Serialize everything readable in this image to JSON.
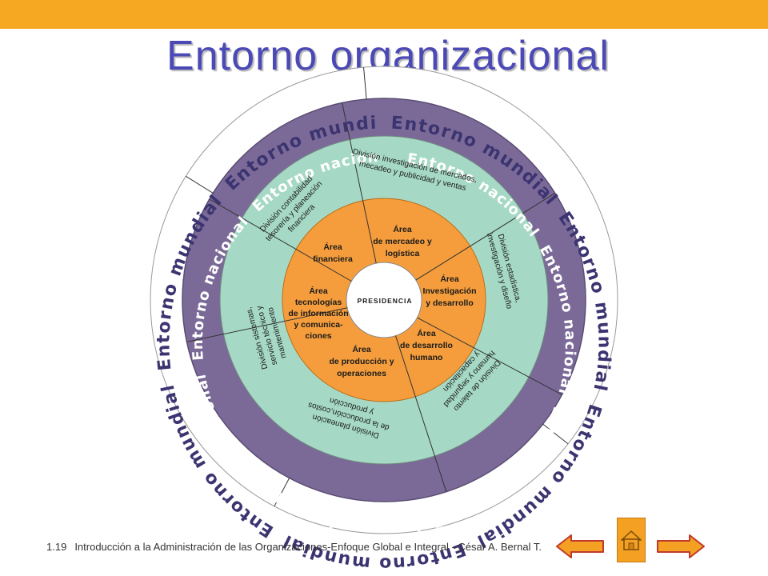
{
  "slide": {
    "title": "Entorno organizacional",
    "footer_number": "1.19",
    "footer_text": "Introducción a la Administración de las Organizaciones-Enfoque Global e Integral - César A. Bernal T."
  },
  "diagram": {
    "outer_labels": [
      "Entorno mundial",
      "Entorno mundial",
      "Entorno mundial",
      "Entorno mundial",
      "Entorno mundial",
      "Entorno mundial",
      "Entorno mundial"
    ],
    "ring_labels": [
      "Entorno nacional",
      "Entorno nacional",
      "Entorno nacional",
      "Entorno nacional",
      "Entorno nacional",
      "Entorno nacional",
      "Entorno nacional"
    ],
    "divisions": [
      {
        "lines": [
          "División investigación de mercados,",
          "mecadeo y publicidad y ventas"
        ]
      },
      {
        "lines": [
          "División estadística,",
          "investigación y diseño"
        ]
      },
      {
        "lines": [
          "División de talento",
          "humano y seguridad",
          "y capacitación"
        ]
      },
      {
        "lines": [
          "División planeación",
          "de la producción,costos",
          "y producción"
        ]
      },
      {
        "lines": [
          "División sistemas,",
          "servicio técnico y",
          "mantenimiento"
        ]
      },
      {
        "lines": [
          "División contabilidad",
          "tesorería y planeación",
          "financiera"
        ]
      }
    ],
    "areas": [
      {
        "lines": [
          "Área",
          "de mercadeo y",
          "logística"
        ]
      },
      {
        "lines": [
          "Área",
          "Investigación",
          "y desarrollo"
        ]
      },
      {
        "lines": [
          "Área",
          "de desarrollo",
          "humano"
        ]
      },
      {
        "lines": [
          "Área",
          "de producción  y",
          "operaciones"
        ]
      },
      {
        "lines": [
          "Área",
          "tecnologías",
          "de información",
          "y comunica-",
          "ciones"
        ]
      },
      {
        "lines": [
          "Área",
          "financiera"
        ]
      }
    ],
    "center": "PRESIDENCIA",
    "colors": {
      "outer": "#7a6a98",
      "ring": "#7b6a98",
      "division": "#a6d9c5",
      "area": "#f59d3c",
      "center": "#ffffff",
      "title": "#4b49b6",
      "accent": "#f7a823"
    }
  },
  "nav": {
    "back": "left-arrow-icon",
    "home": "home-icon",
    "next": "right-arrow-icon"
  }
}
